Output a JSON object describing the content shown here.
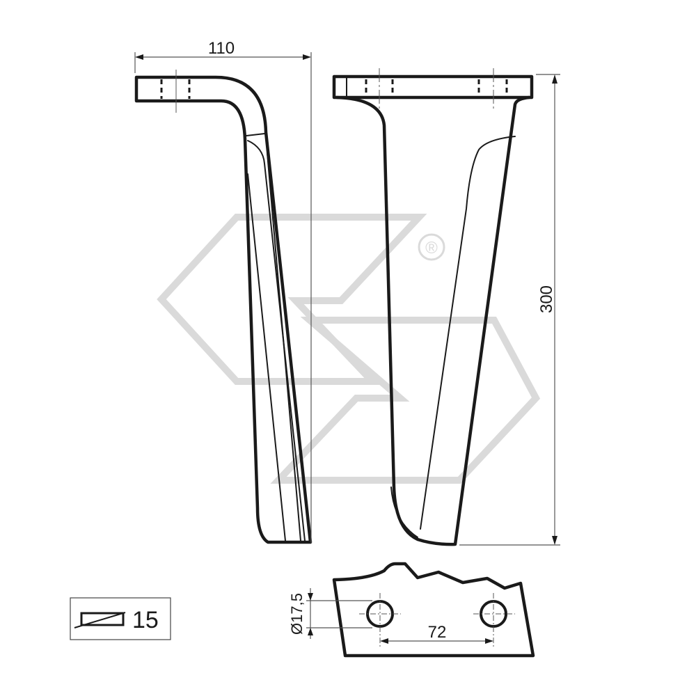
{
  "drawing": {
    "type": "technical-drawing",
    "subject": "rotary tiller blade",
    "dimensions": {
      "width_label": "110",
      "height_label": "300",
      "hole_diameter_label": "Ø17,5",
      "hole_spacing_label": "72"
    },
    "thickness_box": {
      "icon": "thickness-symbol-icon",
      "value": "15"
    },
    "watermark": {
      "registered_mark": "®",
      "color": "#dadada"
    },
    "colors": {
      "line": "#1a1a1a",
      "dimension": "#555555",
      "background": "#ffffff"
    }
  }
}
